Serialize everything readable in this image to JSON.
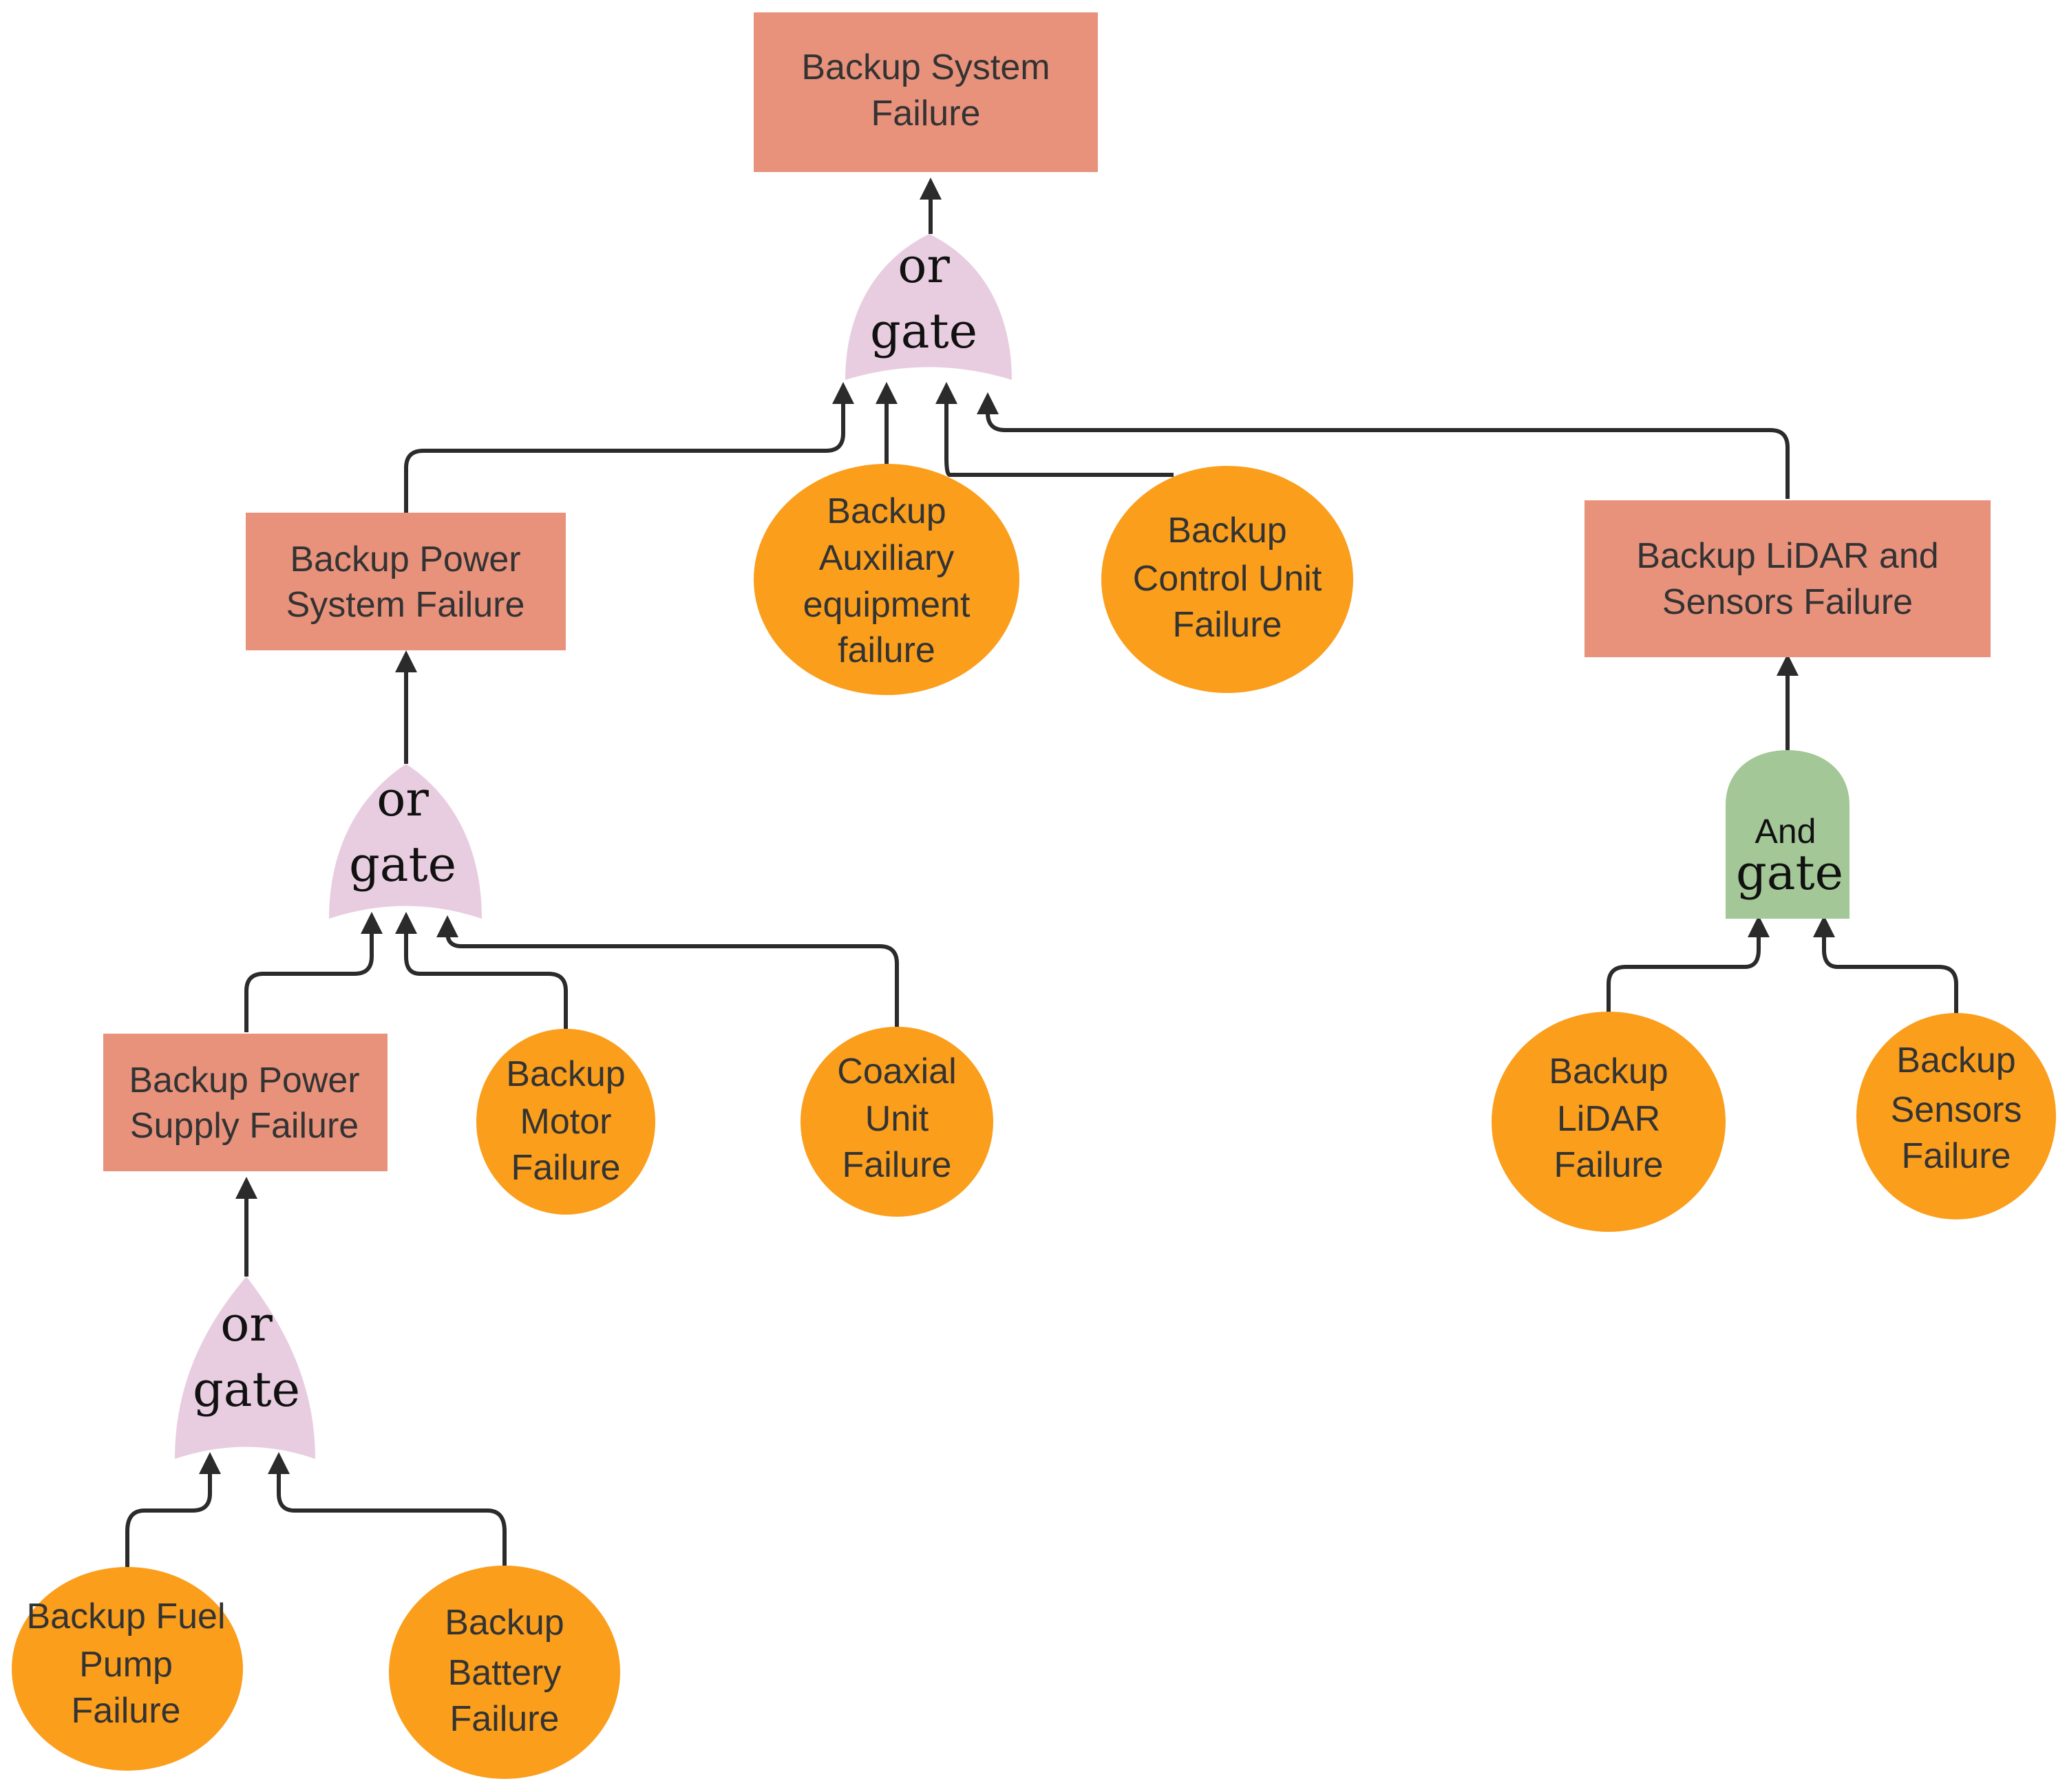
{
  "colors": {
    "intermediate_event": "#e8927c",
    "basic_event": "#fa9e1c",
    "or_gate": "#e8cde0",
    "and_gate": "#a3c796",
    "connector": "#2b2b2b"
  },
  "events": {
    "top": [
      "Backup System",
      "Failure"
    ],
    "power_system": [
      "Backup Power",
      "System Failure"
    ],
    "auxiliary": [
      "Backup",
      "Auxiliary",
      "equipment",
      "failure"
    ],
    "control_unit": [
      "Backup",
      "Control Unit",
      "Failure"
    ],
    "lidar_sensors": [
      "Backup LiDAR and",
      "Sensors Failure"
    ],
    "power_supply": [
      "Backup Power",
      "Supply Failure"
    ],
    "motor": [
      "Backup",
      "Motor",
      "Failure"
    ],
    "coaxial": [
      "Coaxial",
      "Unit",
      "Failure"
    ],
    "lidar": [
      "Backup",
      "LiDAR",
      "Failure"
    ],
    "sensors": [
      "Backup",
      "Sensors",
      "Failure"
    ],
    "fuel_pump": [
      "Backup Fuel",
      "Pump",
      "Failure"
    ],
    "battery": [
      "Backup",
      "Battery",
      "Failure"
    ]
  },
  "gates": {
    "top": [
      "or",
      "gate"
    ],
    "power_system": [
      "or",
      "gate"
    ],
    "power_supply": [
      "or",
      "gate"
    ],
    "lidar_sensors": [
      "And",
      "gate"
    ]
  }
}
